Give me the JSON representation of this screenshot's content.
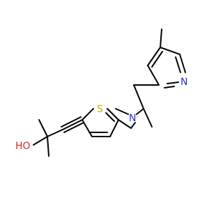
{
  "atoms": {
    "oxygen": "HO",
    "sulfur": "S",
    "amine_nitrogen": "N",
    "pyridine_nitrogen": "N"
  },
  "colors": {
    "bond": "#000000",
    "sulfur": "#b8b800",
    "nitrogen": "#2b2bd6",
    "oxygen": "#d62b2b"
  }
}
